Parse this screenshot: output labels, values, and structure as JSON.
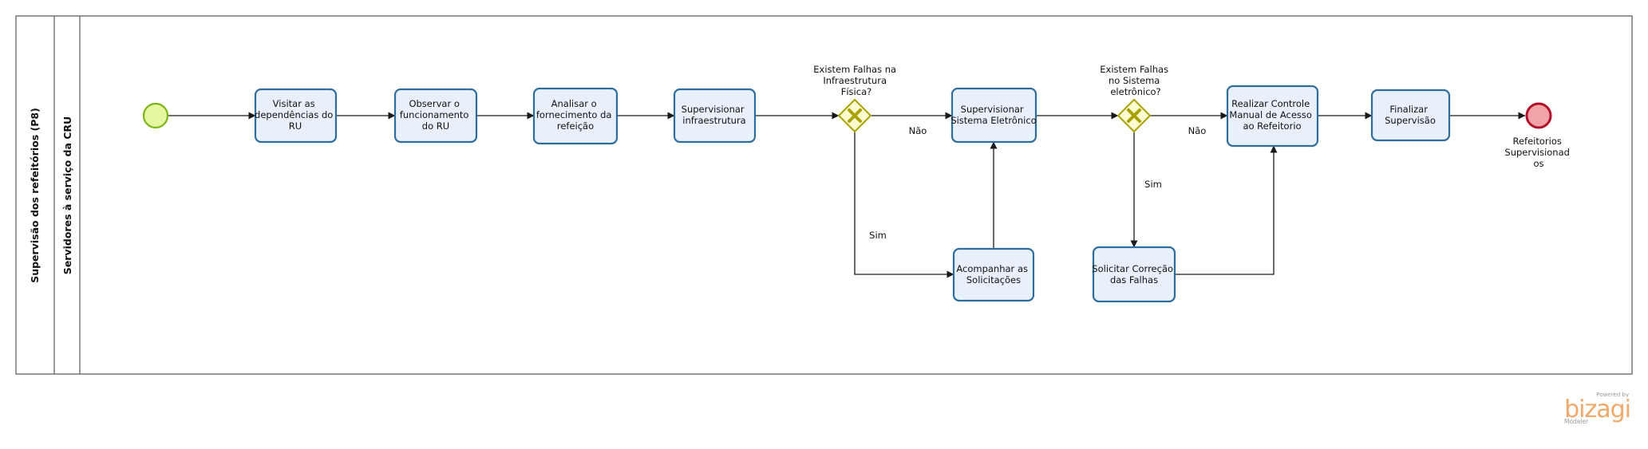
{
  "pool": {
    "label": "Supervisão dos refeitórios (P8)"
  },
  "lane": {
    "label": "Servidores à serviço da CRU"
  },
  "tasks": [
    {
      "id": "t1",
      "lines": [
        "Visitar as",
        "dependências do",
        "RU"
      ]
    },
    {
      "id": "t2",
      "lines": [
        "Observar o",
        "funcionamento",
        "do RU"
      ]
    },
    {
      "id": "t3",
      "lines": [
        "Analisar o",
        "fornecimento da",
        "refeição"
      ]
    },
    {
      "id": "t4",
      "lines": [
        "Supervisionar",
        "infraestrutura"
      ]
    },
    {
      "id": "t5",
      "lines": [
        "Supervisionar",
        "Sistema Eletrônico"
      ]
    },
    {
      "id": "t6",
      "lines": [
        "Acompanhar as",
        "Solicitações"
      ]
    },
    {
      "id": "t7",
      "lines": [
        "Realizar Controle",
        "Manual de Acesso",
        "ao Refeitorio"
      ]
    },
    {
      "id": "t8",
      "lines": [
        "Solicitar Correção",
        "das Falhas"
      ]
    },
    {
      "id": "t9",
      "lines": [
        "Finalizar",
        "Supervisão"
      ]
    }
  ],
  "gateways": [
    {
      "id": "g1",
      "lines": [
        "Existem Falhas na",
        "Infraestrutura",
        "Física?"
      ]
    },
    {
      "id": "g2",
      "lines": [
        "Existem Falhas",
        "no Sistema",
        "eletrônico?"
      ]
    }
  ],
  "flow_labels": {
    "g1_no": "Não",
    "g1_yes": "Sim",
    "g2_no": "Não",
    "g2_yes": "Sim"
  },
  "end_event": {
    "lines": [
      "Refeitorios",
      "Supervisionad",
      "os"
    ]
  },
  "watermark": {
    "powered": "Powered by",
    "brand": "bizagi",
    "sub": "Modeler"
  },
  "colors": {
    "task_fill": "#e8f0fb",
    "task_border": "#2f6e9c",
    "start_fill": "#e6f7a1",
    "start_border": "#7cb518",
    "end_fill": "#f1a3a8",
    "end_border": "#b0102a",
    "gateway_fill": "#fdfbd0",
    "gateway_border": "#a8a100",
    "gateway_marker": "#a8a100"
  }
}
